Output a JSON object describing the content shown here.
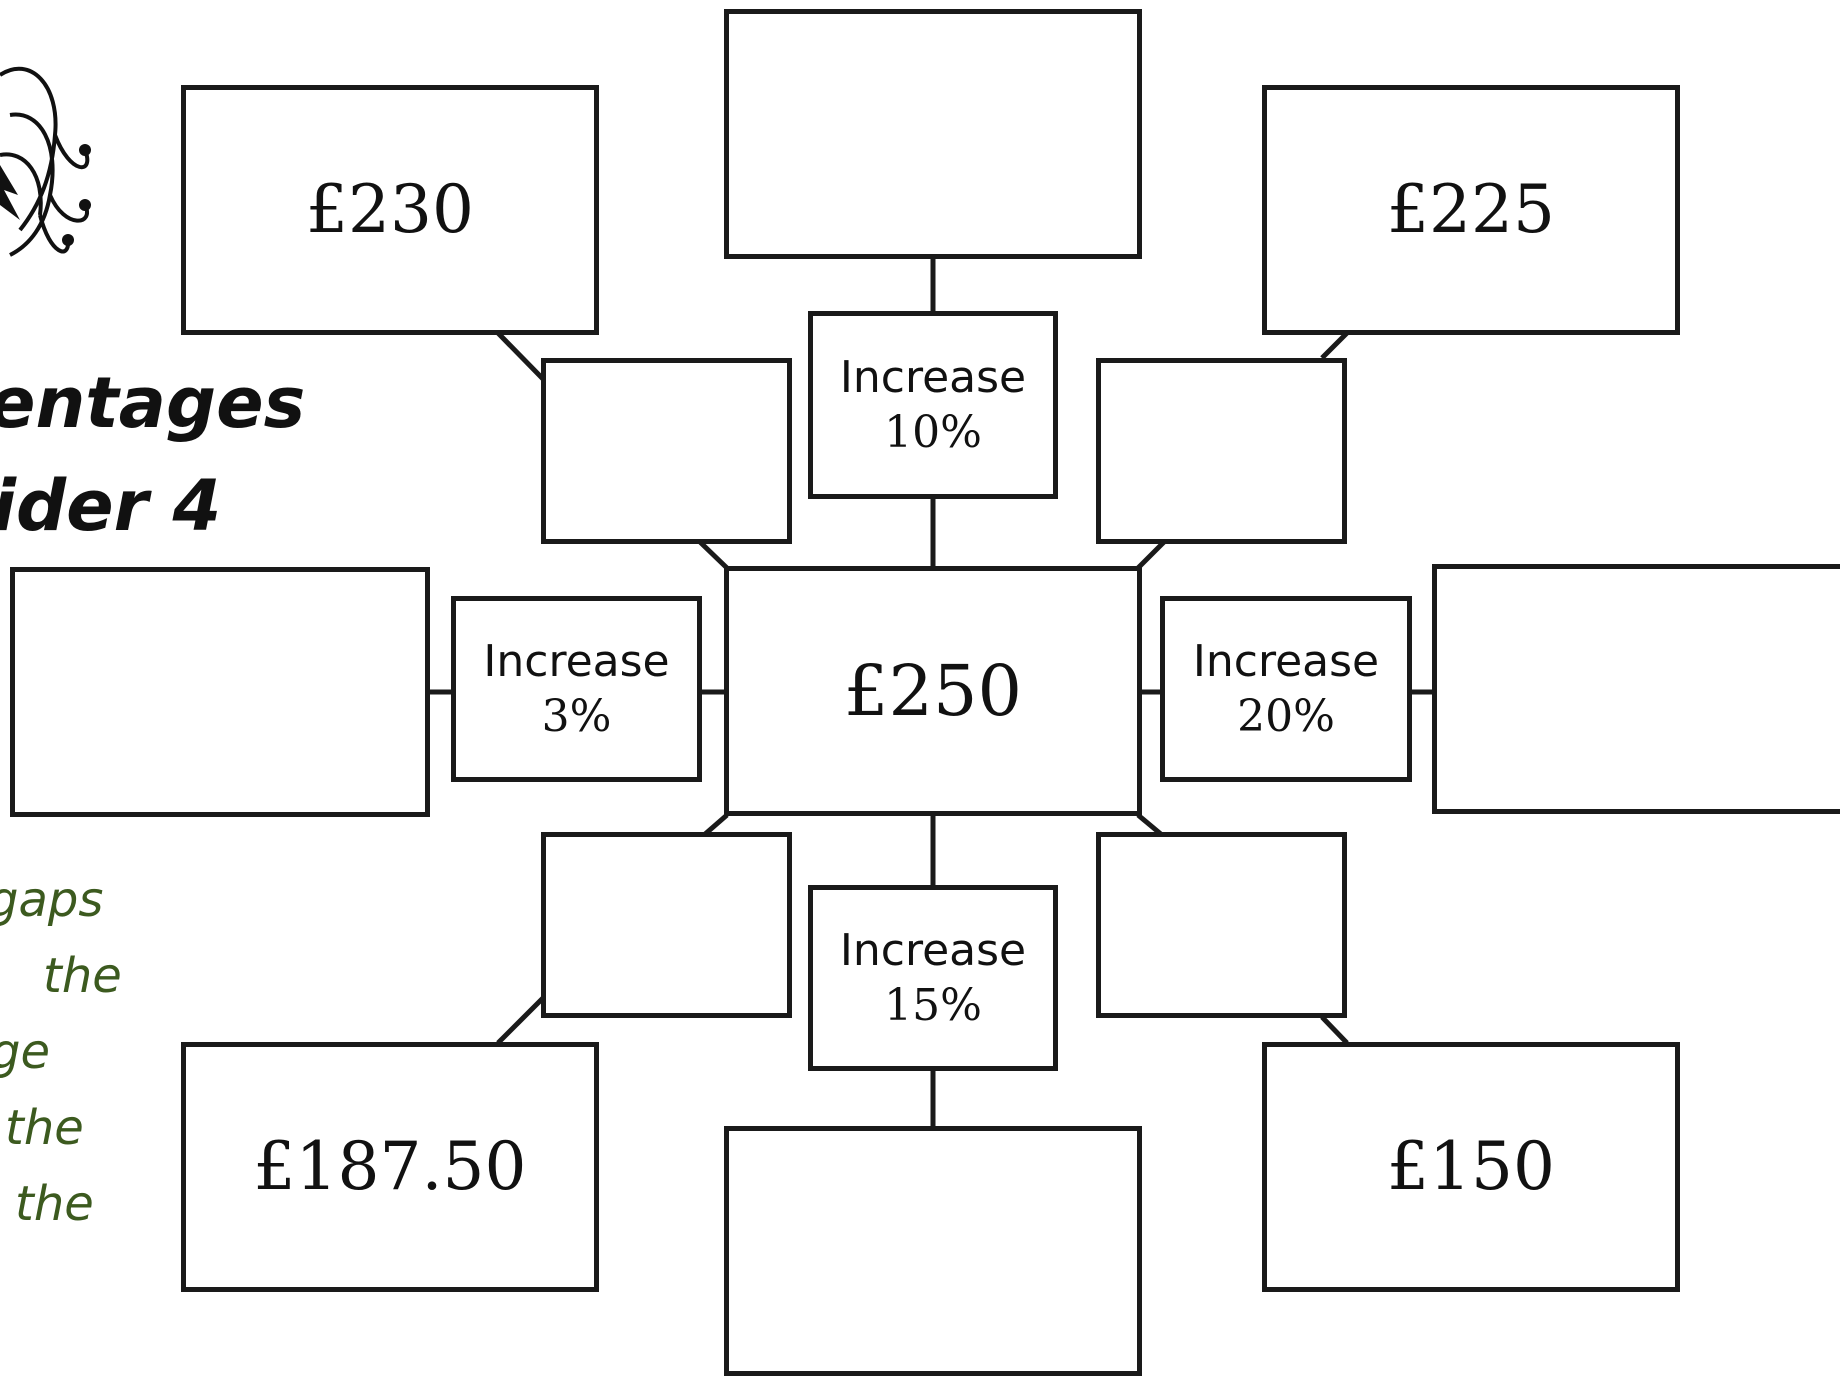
{
  "worksheet": {
    "title_line1": "entages",
    "title_line2": "ider 4",
    "instructions": [
      "gaps",
      "the",
      "ge",
      "the",
      "the"
    ]
  },
  "spider": {
    "center_value": "£250",
    "operations": {
      "top": {
        "word": "Increase",
        "percent": "10%"
      },
      "left": {
        "word": "Increase",
        "percent": "3%"
      },
      "right": {
        "word": "Increase",
        "percent": "20%"
      },
      "bottom": {
        "word": "Increase",
        "percent": "15%"
      }
    },
    "results": {
      "top": "",
      "left": "",
      "right": "",
      "bottom": ""
    },
    "corners": {
      "top_left": {
        "value": "£230",
        "operation": ""
      },
      "top_right": {
        "value": "£225",
        "operation": ""
      },
      "bottom_left": {
        "value": "£187.50",
        "operation": ""
      },
      "bottom_right": {
        "value": "£150",
        "operation": ""
      }
    }
  },
  "colors": {
    "border": "#1a1a1a",
    "instruction_text": "#3c5a1f"
  }
}
